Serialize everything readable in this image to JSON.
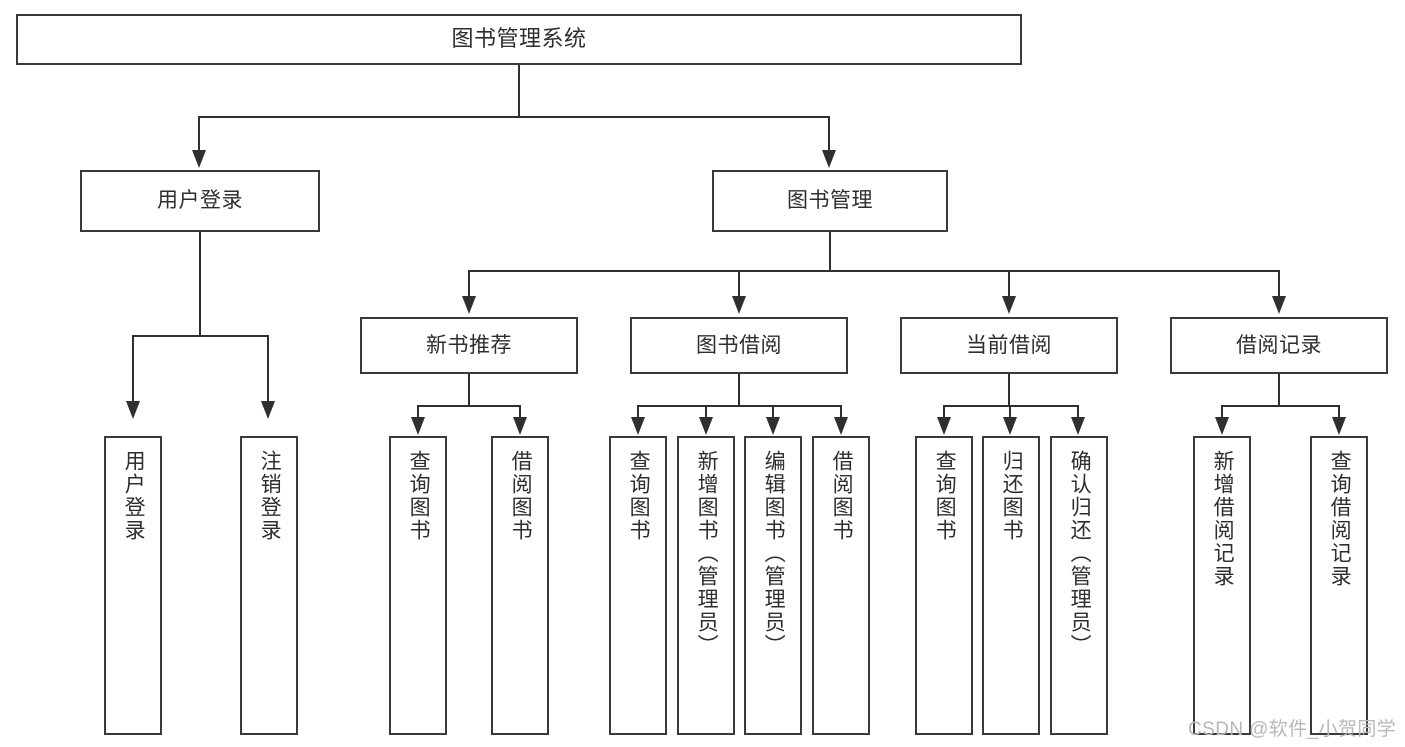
{
  "diagram": {
    "title": "图书管理系统",
    "watermark": "CSDN @软件_小贺同学",
    "colors": {
      "box_border": "#3a3a3a",
      "connector": "#2f2f2f",
      "text": "#2e2e2e",
      "background": "#ffffff",
      "watermark": "#b8b8b8"
    },
    "root": {
      "label": "图书管理系统"
    },
    "level1": [
      {
        "label": "用户登录"
      },
      {
        "label": "图书管理"
      }
    ],
    "level2": [
      {
        "label": "新书推荐"
      },
      {
        "label": "图书借阅"
      },
      {
        "label": "当前借阅"
      },
      {
        "label": "借阅记录"
      }
    ],
    "leaves": {
      "user_login": [
        {
          "label": "用户登录"
        },
        {
          "label": "注销登录"
        }
      ],
      "new_book_recommend": [
        {
          "label": "查询图书"
        },
        {
          "label": "借阅图书"
        }
      ],
      "book_borrow": [
        {
          "label": "查询图书"
        },
        {
          "label": "新增图书（管理员）"
        },
        {
          "label": "编辑图书（管理员）"
        },
        {
          "label": "借阅图书"
        }
      ],
      "current_borrow": [
        {
          "label": "查询图书"
        },
        {
          "label": "归还图书"
        },
        {
          "label": "确认归还（管理员）"
        }
      ],
      "borrow_record": [
        {
          "label": "新增借阅记录"
        },
        {
          "label": "查询借阅记录"
        }
      ]
    }
  }
}
